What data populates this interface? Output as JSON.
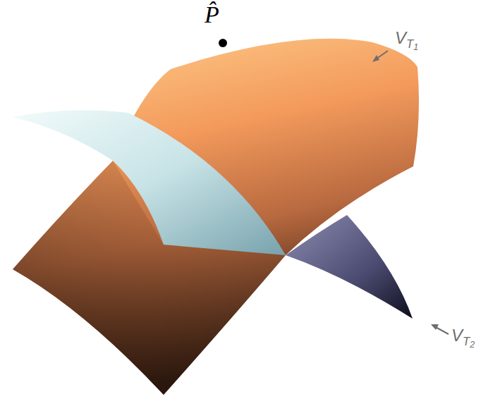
{
  "diagram": {
    "labels": [
      "P̂",
      "VT1",
      "VT2"
    ]
  }
}
